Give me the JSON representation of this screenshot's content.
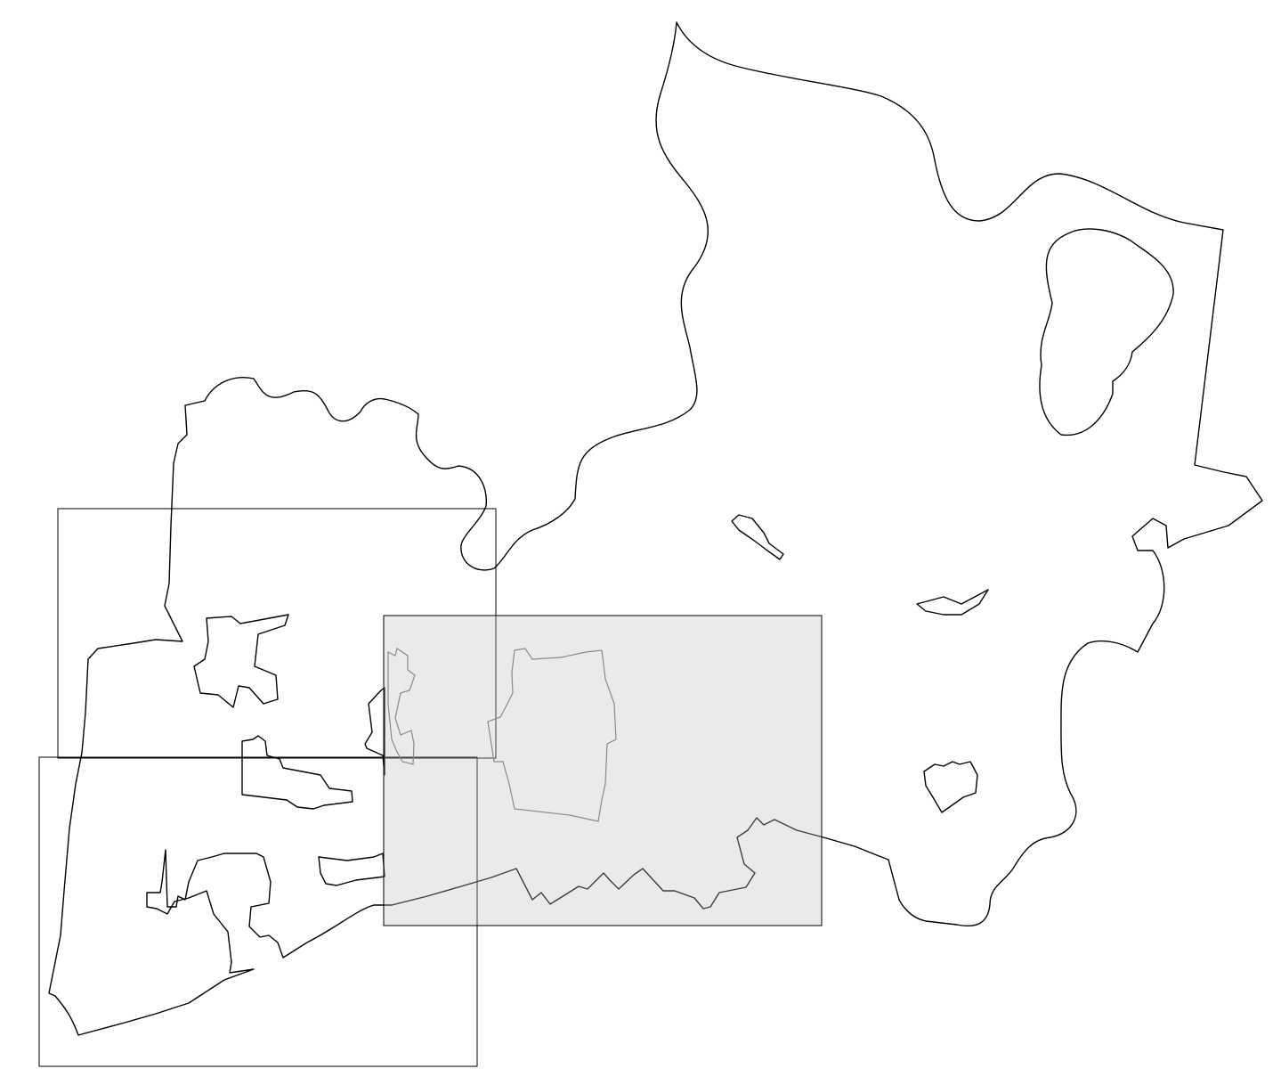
{
  "map": {
    "colors": {
      "background": "#ffffff",
      "boundary_stroke": "#000000",
      "selection_fill": "#bdbdbd"
    },
    "layers": [
      "district-boundary",
      "settlement-boundaries",
      "tile-frames",
      "selected-tile"
    ]
  }
}
